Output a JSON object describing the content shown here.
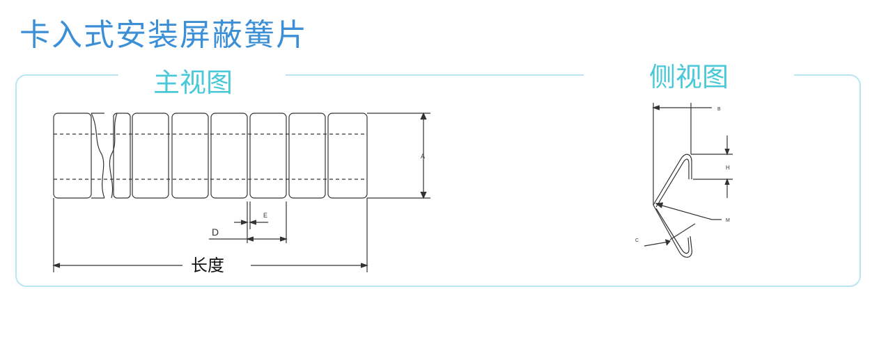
{
  "title": "卡入式安装屏蔽簧片",
  "front_view": {
    "label": "主视图",
    "dim_A": "A",
    "dim_D": "D",
    "dim_E": "E",
    "length_label": "长度"
  },
  "side_view": {
    "label": "侧视图",
    "dim_B": "B",
    "dim_H": "H",
    "dim_M": "M",
    "dim_C": "C"
  },
  "colors": {
    "title": "#3a8fd6",
    "section_label": "#49c8d8",
    "frame": "#b9e6f0",
    "line": "#333333"
  }
}
